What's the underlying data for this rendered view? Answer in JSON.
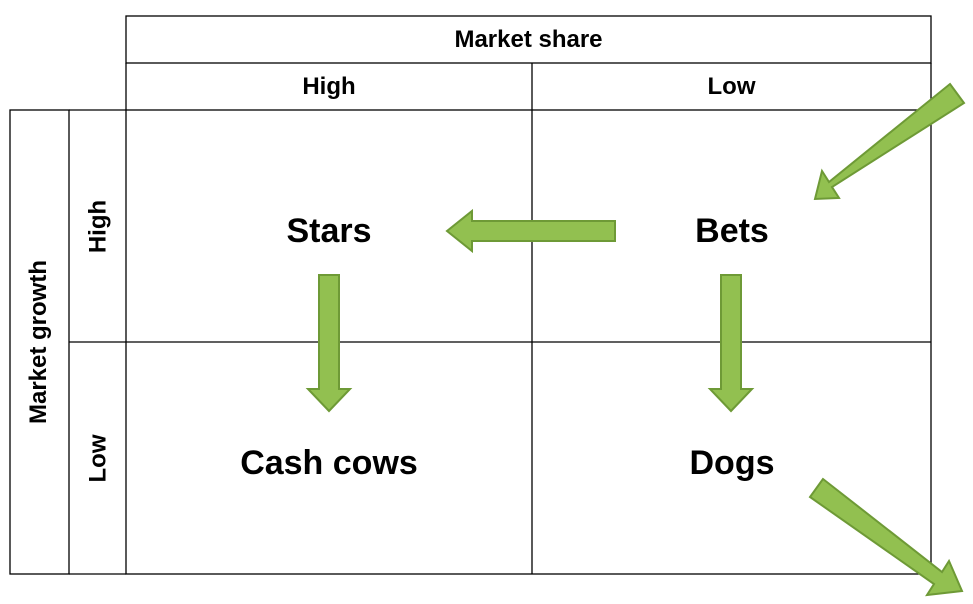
{
  "top_header": "Market share",
  "column_labels": [
    "High",
    "Low"
  ],
  "side_header": "Market growth",
  "row_labels": [
    "High",
    "Low"
  ],
  "cells": {
    "high_high": "Stars",
    "high_low": "Bets",
    "low_high": "Cash cows",
    "low_low": "Dogs"
  },
  "colors": {
    "arrow_fill": "#92C050",
    "arrow_stroke": "#6E9A36",
    "grid_line": "#000000"
  }
}
